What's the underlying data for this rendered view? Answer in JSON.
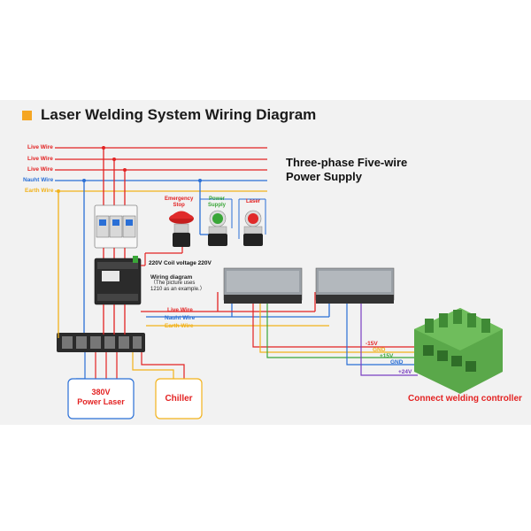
{
  "title": "Laser Welding System Wiring Diagram",
  "supply_title": [
    "Three-phase Five-wire",
    "Power Supply"
  ],
  "wires": {
    "live": "Live Wire",
    "nauht": "Nauht Wire",
    "earth": "Earth Wire"
  },
  "buttons": {
    "emergency": [
      "Emergency",
      "Stop"
    ],
    "power": [
      "Power",
      "Supply"
    ],
    "laser": "Laser"
  },
  "coil_label": "220V Coil voltage 220V",
  "wiring_note": {
    "heading": "Wiring diagram",
    "lines": [
      "（The picture uses",
      "1210 as an example.）"
    ]
  },
  "controller_pins": [
    "-15V",
    "GND",
    "+15V",
    "GND",
    "+24V"
  ],
  "devices": {
    "laser": [
      "380V",
      "Power Laser"
    ],
    "chiller": "Chiller"
  },
  "controller_label": "Connect welding controller",
  "colors": {
    "live": "#e32222",
    "nauht": "#2a6fd6",
    "earth": "#f2b21b",
    "accent": "#f5a623",
    "green": "#3aa638",
    "purple": "#7a3fc2",
    "connector": "#5aa84a"
  }
}
